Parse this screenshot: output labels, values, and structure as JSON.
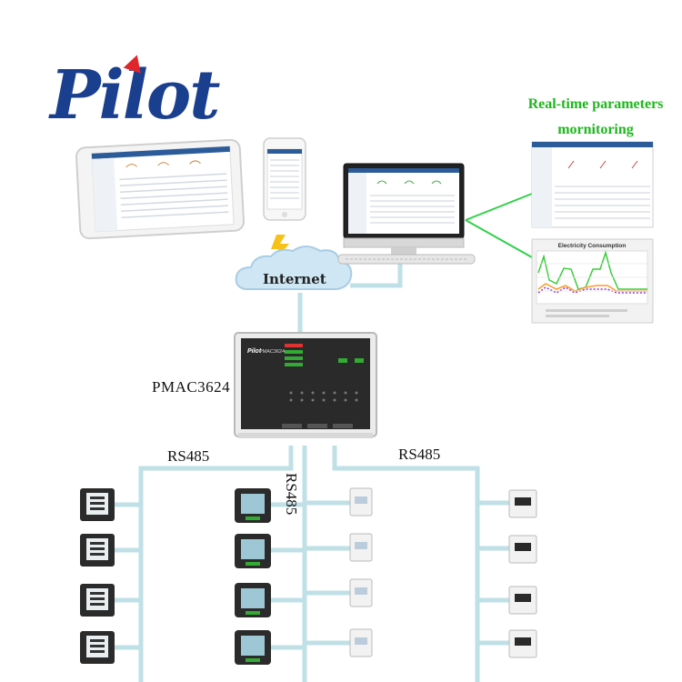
{
  "logo": {
    "text": "Pilot"
  },
  "headline": {
    "line1": "Real-time parameters",
    "line2": "mornitoring"
  },
  "internet_label": "Internet",
  "controller": {
    "model_label": "PMAC3624",
    "device_brand": "Pilot",
    "device_model": "PMAC3624"
  },
  "bus_labels": {
    "left": "RS485",
    "center": "RS485",
    "right": "RS485"
  },
  "chart_panel": {
    "title": "Electricity Consumption"
  },
  "colors": {
    "bus": "#bfe0e6",
    "logo": "#1b3f8f",
    "green": "#1fb71f",
    "accent": "#e0262c"
  }
}
